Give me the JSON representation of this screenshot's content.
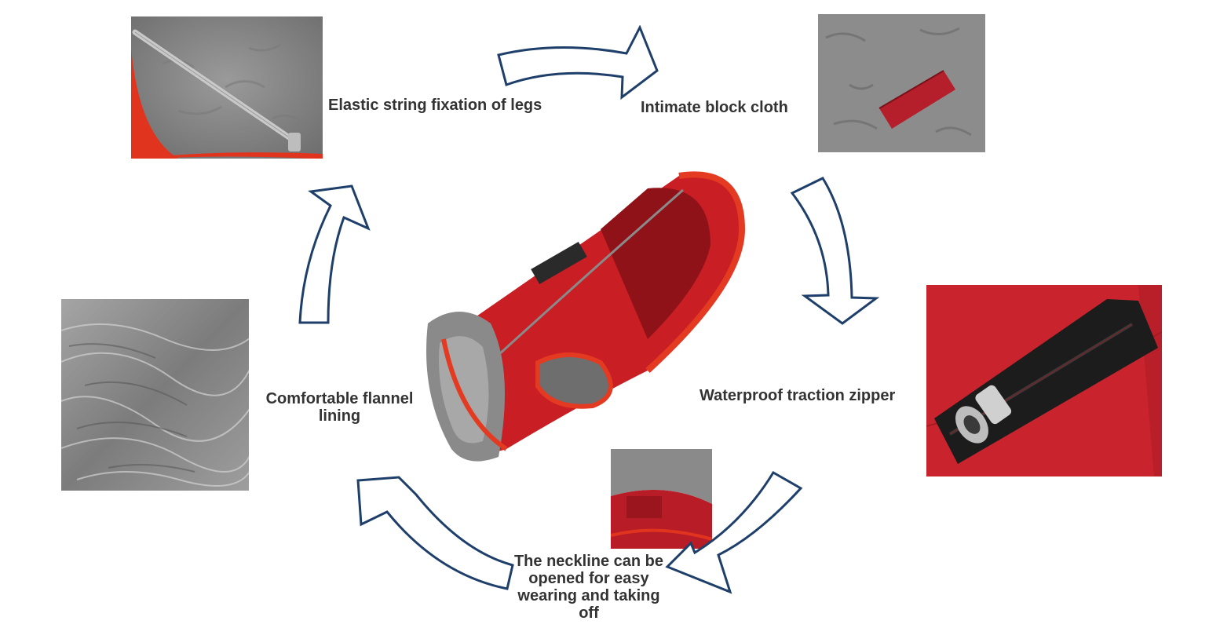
{
  "features": {
    "elastic_legs": "Elastic string fixation of legs",
    "block_cloth": "Intimate block cloth",
    "zipper": "Waterproof traction zipper",
    "neckline": "The neckline can be opened for easy wearing and taking off",
    "lining": "Comfortable flannel lining"
  },
  "colors": {
    "arrow_stroke": "#1f3f6b",
    "coat_red": "#c81e24",
    "coat_dark": "#8f1219",
    "fleece": "#8a8a8a"
  }
}
